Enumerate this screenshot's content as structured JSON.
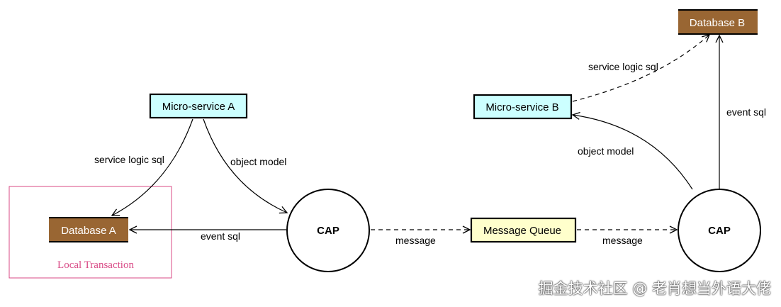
{
  "nodes": {
    "micro_service_a": "Micro-service A",
    "micro_service_b": "Micro-service B",
    "database_a": "Database A",
    "database_b": "Database B",
    "cap_left": "CAP",
    "cap_right": "CAP",
    "message_queue": "Message Queue",
    "local_transaction": "Local Transaction"
  },
  "edges": {
    "a_service_logic_sql": "service logic sql",
    "a_object_model": "object model",
    "a_event_sql": "event sql",
    "message_left": "message",
    "message_right": "message",
    "b_object_model": "object model",
    "b_service_logic_sql": "service logic sql",
    "b_event_sql": "event sql"
  },
  "watermark": "掘金技术社区 @ 老肖想当外语大佬",
  "colors": {
    "microservice_fill": "#ccffff",
    "database_fill": "#996633",
    "queue_fill": "#ffffcc",
    "local_box": "#d94a86"
  }
}
